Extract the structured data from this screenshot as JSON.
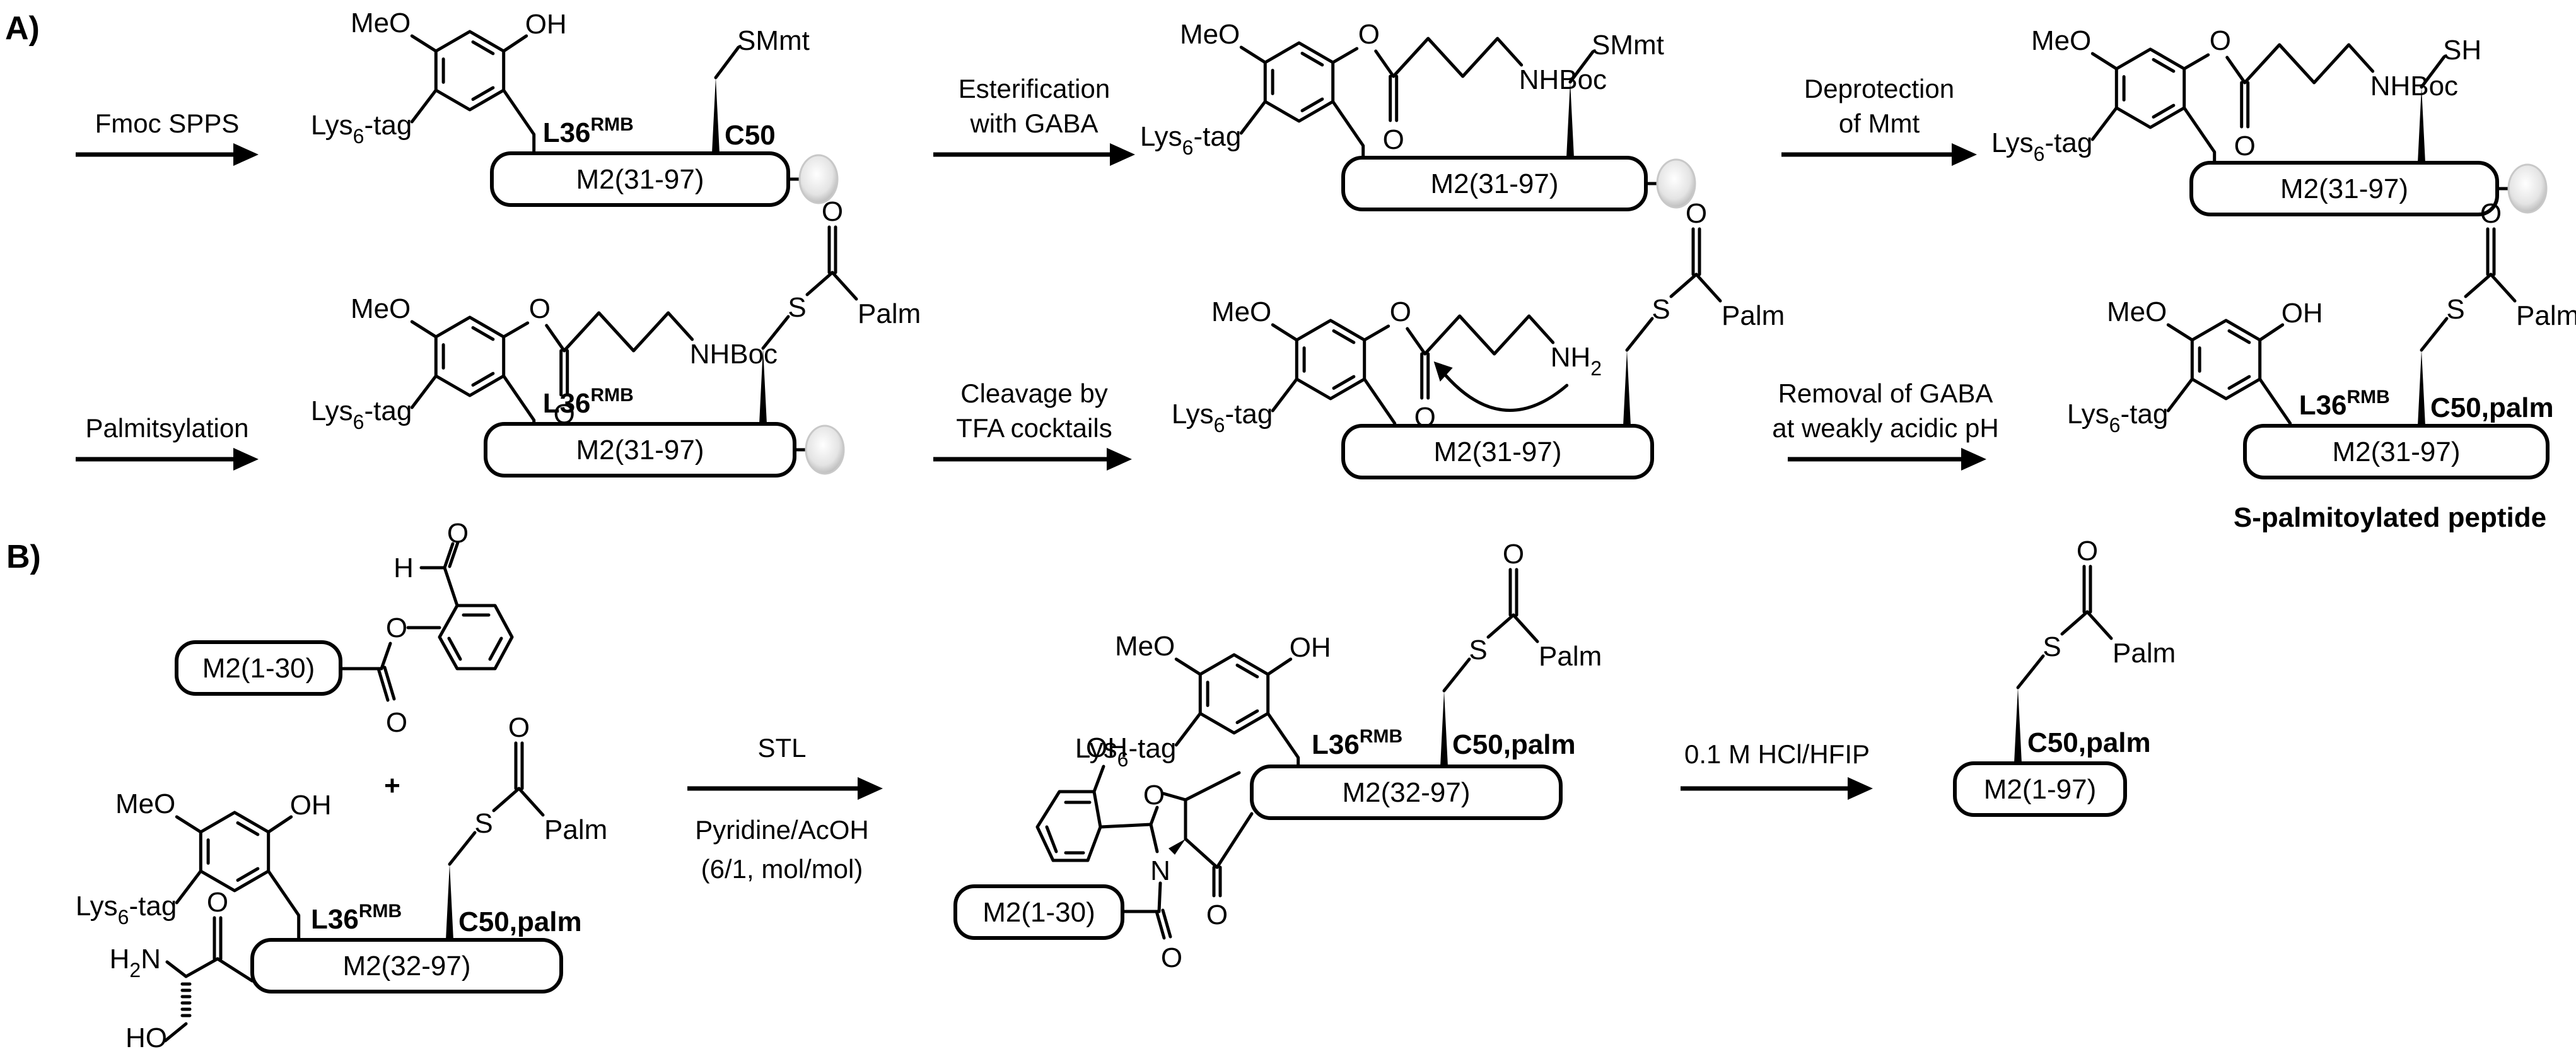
{
  "sections": {
    "a_label": "A)",
    "b_label": "B)"
  },
  "scheme_a": {
    "arrows": [
      {
        "line1": "Fmoc SPPS",
        "line2": ""
      },
      {
        "line1": "Esterification",
        "line2": "with GABA"
      },
      {
        "line1": "Deprotection",
        "line2": "of Mmt"
      },
      {
        "line1": "Palmitsylation",
        "line2": ""
      },
      {
        "line1": "Cleavage by",
        "line2": "TFA cocktails"
      },
      {
        "line1": "Removal of GABA",
        "line2": "at weakly acidic pH"
      }
    ],
    "compounds": [
      {
        "peptide": "M2(31-97)",
        "resin": true,
        "auxiliary_substituent": "OH",
        "cys_substituent": "SMmt",
        "labels": [
          "L36",
          "RMB",
          "C50"
        ]
      },
      {
        "peptide": "M2(31-97)",
        "resin": true,
        "auxiliary_substituent": "O-GABA-NHBoc",
        "cys_substituent": "SMmt"
      },
      {
        "peptide": "M2(31-97)",
        "resin": true,
        "auxiliary_substituent": "O-GABA-NHBoc",
        "cys_substituent": "SH"
      },
      {
        "peptide": "M2(31-97)",
        "resin": true,
        "auxiliary_substituent": "O-GABA-NHBoc",
        "cys_substituent": "S-C(O)-Palm",
        "labels": [
          "L36",
          "RMB"
        ]
      },
      {
        "peptide": "M2(31-97)",
        "resin": false,
        "auxiliary_substituent": "O-GABA-NH2",
        "cys_substituent": "S-C(O)-Palm"
      },
      {
        "peptide": "M2(31-97)",
        "resin": false,
        "auxiliary_substituent": "OH",
        "cys_substituent": "S-C(O)-Palm",
        "labels": [
          "L36",
          "RMB",
          "C50,palm"
        ]
      }
    ],
    "product_caption": "S-palmitoylated peptide"
  },
  "scheme_b": {
    "reactant1": {
      "peptide": "M2(1-30)",
      "group": "salicylaldehyde ester"
    },
    "plus": "+",
    "reactant2": {
      "peptide": "M2(32-97)",
      "labels": [
        "L36",
        "RMB",
        "C50,palm"
      ]
    },
    "arrow1": {
      "above": "STL",
      "below1": "Pyridine/AcOH",
      "below2": "(6/1, mol/mol)"
    },
    "intermediate": {
      "peptide_left": "M2(1-30)",
      "peptide_right": "M2(32-97)",
      "labels": [
        "L36",
        "RMB",
        "C50,palm"
      ]
    },
    "arrow2": {
      "above": "0.1 M HCl/HFIP"
    },
    "product": {
      "peptide": "M2(1-97)",
      "label": "C50,palm"
    }
  },
  "atoms": {
    "meo": "MeO",
    "oh": "OH",
    "o": "O",
    "s": "S",
    "n": "N",
    "h": "H",
    "lys": "Lys",
    "lys_sub": "6",
    "tag": "-tag",
    "nhboc": "NHBoc",
    "nh": "NH",
    "nh2_sub": "2",
    "palm": "Palm",
    "smmt": "SMmt",
    "sh": "SH",
    "h2": "H",
    "h2_sub": "2",
    "ho": "HO"
  }
}
